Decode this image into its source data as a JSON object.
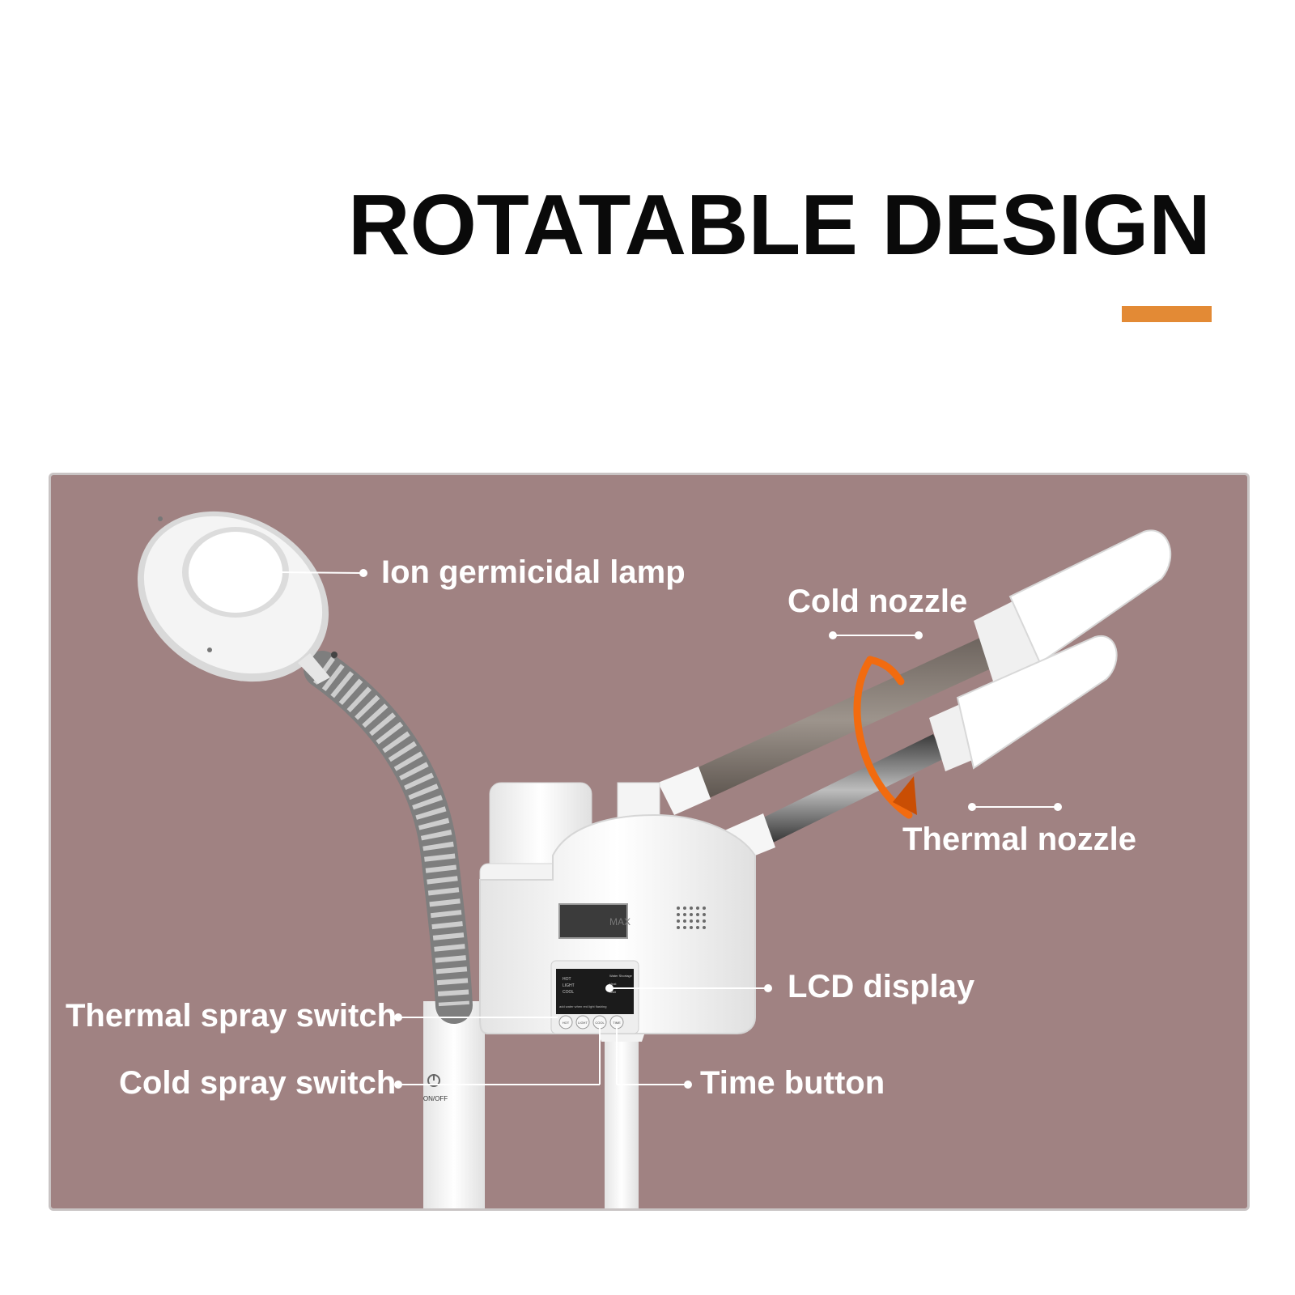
{
  "title": "ROTATABLE DESIGN",
  "colors": {
    "accent": "#e38a35",
    "panel_bg": "#a08282",
    "rotate_arrow": "#f26b0f",
    "label": "#ffffff"
  },
  "device": {
    "buttons": [
      "HOT",
      "LIGHT",
      "COOL",
      "TIME"
    ],
    "power_label": "ON/OFF",
    "tank_label": "MAX",
    "lcd_lines": [
      "HOT",
      "LIGHT",
      "COOL"
    ],
    "lcd_right": [
      "Water Shortage",
      "Heat",
      "Wait"
    ],
    "lcd_note": "add water when red light flashing"
  },
  "labels": {
    "ion_lamp": "Ion germicidal lamp",
    "cold_nozzle": "Cold nozzle",
    "thermal_nozzle": "Thermal nozzle",
    "lcd_display": "LCD display",
    "thermal_spray_switch": "Thermal spray switch",
    "cold_spray_switch": "Cold spray switch",
    "time_button": "Time button"
  }
}
